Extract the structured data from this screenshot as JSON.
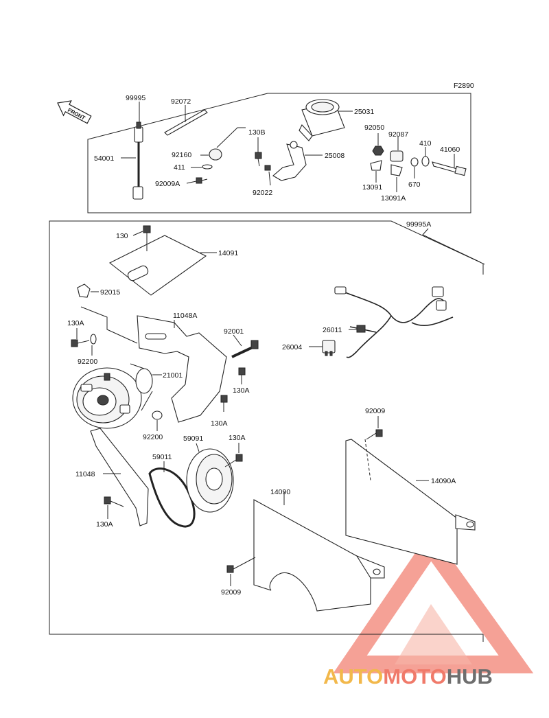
{
  "figure_code": "F2890",
  "front_label": "FRONT",
  "labels": {
    "p99995": "99995",
    "p92072": "92072",
    "p25031": "25031",
    "p130B": "130B",
    "p92050": "92050",
    "p92087": "92087",
    "p410": "410",
    "p41060": "41060",
    "p54001": "54001",
    "p92160": "92160",
    "p411": "411",
    "p25008": "25008",
    "p92009A": "92009A",
    "p92022": "92022",
    "p670": "670",
    "p13091": "13091",
    "p13091A": "13091A",
    "p99995A": "99995A",
    "p130": "130",
    "p14091": "14091",
    "p92015": "92015",
    "p11048A": "11048A",
    "p130A_1": "130A",
    "p92001": "92001",
    "p26011": "26011",
    "p26004": "26004",
    "p92200_1": "92200",
    "p21001": "21001",
    "p130A_2": "130A",
    "p130A_3": "130A",
    "p92200_2": "92200",
    "p59091": "59091",
    "p130A_4": "130A",
    "p92009_1": "92009",
    "p59011": "59011",
    "p11048": "11048",
    "p14090A": "14090A",
    "p14090": "14090",
    "p130A_5": "130A",
    "p92009_2": "92009"
  },
  "watermark": {
    "part1": "AUTO",
    "part2": "MOTO",
    "part3": "HUB",
    "color1": "#f2b84b",
    "color2": "#f07a6a",
    "color3": "#6e6e6e"
  }
}
